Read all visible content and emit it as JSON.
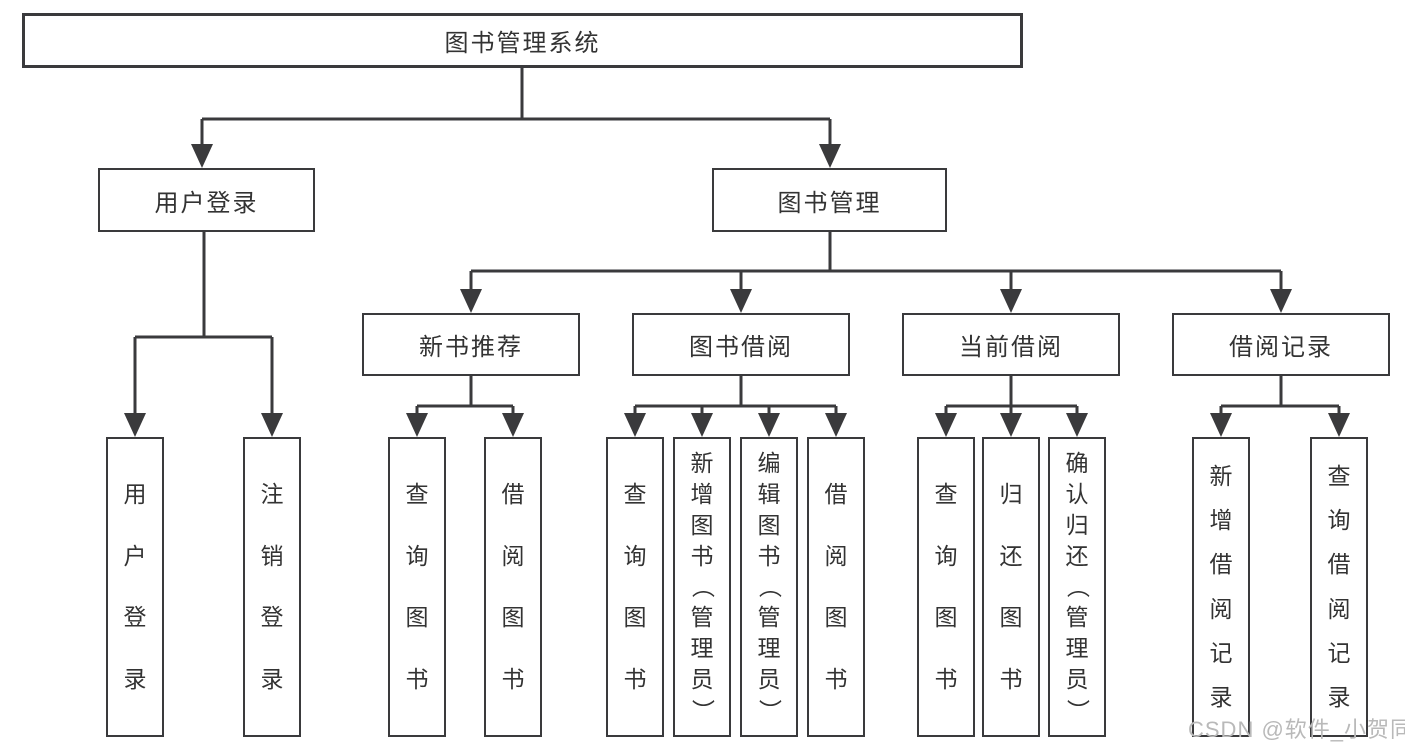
{
  "colors": {
    "line": "#3a3a3c",
    "text": "#333333",
    "watermark": "#b9b9b9",
    "background": "#ffffff"
  },
  "watermark": {
    "text": "CSDN @软件_小贺同学"
  },
  "diagram": {
    "root": {
      "label": "图书管理系统"
    },
    "branches": [
      {
        "label": "用户登录",
        "children": [
          {
            "label": "用户登录"
          },
          {
            "label": "注销登录"
          }
        ]
      },
      {
        "label": "图书管理",
        "modules": [
          {
            "label": "新书推荐",
            "children": [
              {
                "label": "查询图书"
              },
              {
                "label": "借阅图书"
              }
            ]
          },
          {
            "label": "图书借阅",
            "children": [
              {
                "label": "查询图书"
              },
              {
                "label": "新增图书（管理员）"
              },
              {
                "label": "编辑图书（管理员）"
              },
              {
                "label": "借阅图书"
              }
            ]
          },
          {
            "label": "当前借阅",
            "children": [
              {
                "label": "查询图书"
              },
              {
                "label": "归还图书"
              },
              {
                "label": "确认归还（管理员）"
              }
            ]
          },
          {
            "label": "借阅记录",
            "children": [
              {
                "label": "新增借阅记录"
              },
              {
                "label": "查询借阅记录"
              }
            ]
          }
        ]
      }
    ]
  }
}
